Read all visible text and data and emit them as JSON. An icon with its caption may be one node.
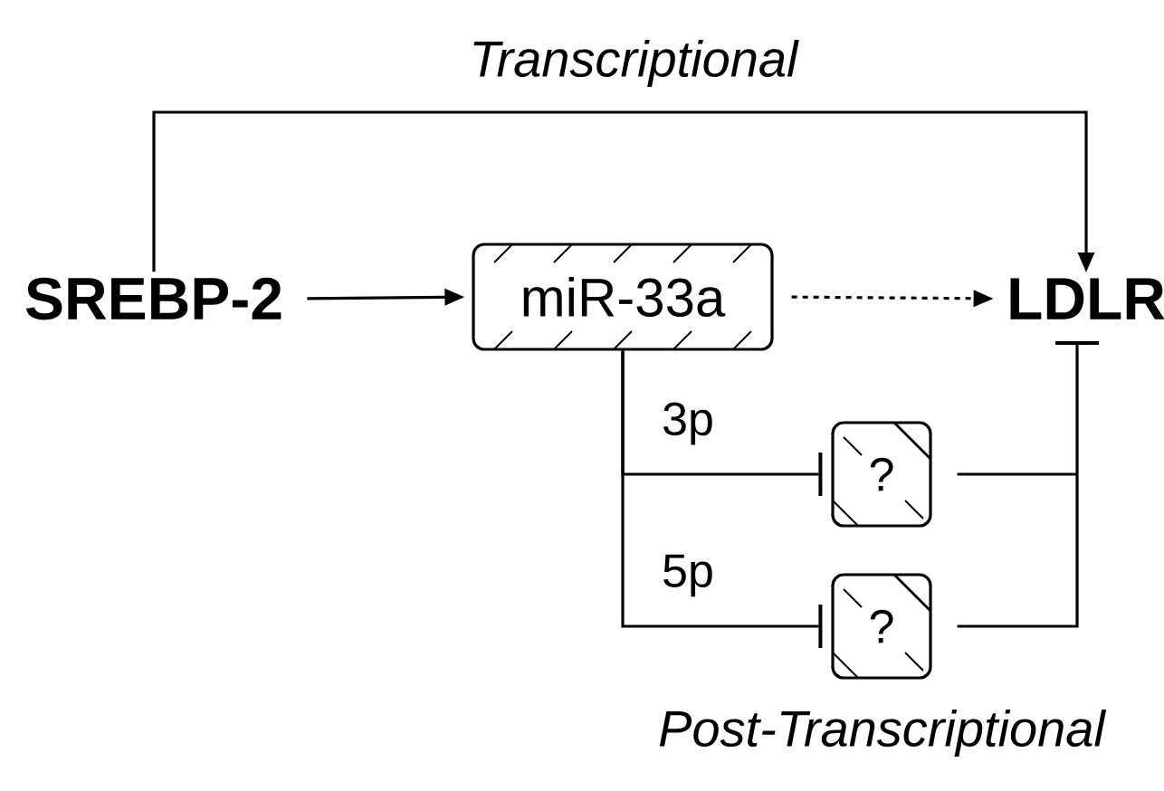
{
  "diagram": {
    "nodes": [
      {
        "text": [
          "SREBP-2"
        ]
      },
      {
        "text": [
          "miR-33a"
        ]
      },
      {
        "text": [
          "LDLR"
        ]
      },
      {
        "text": [
          "?"
        ]
      },
      {
        "text": [
          "?"
        ]
      }
    ],
    "edges": [
      {
        "from": 0,
        "to": 2,
        "arrow": "to",
        "label": "Transcriptional"
      },
      {
        "from": 0,
        "to": 1,
        "arrow": "to"
      },
      {
        "from": 1,
        "to": 2,
        "arrow": "to",
        "style": "dashed"
      },
      {
        "from": 1,
        "to": 3,
        "arrow": "other",
        "label": "3p"
      },
      {
        "from": 1,
        "to": 4,
        "arrow": "other",
        "label": "5p"
      },
      {
        "from": 3,
        "to": 2,
        "arrow": "other"
      },
      {
        "from": 4,
        "to": 2,
        "arrow": "other"
      }
    ],
    "labels": [
      "Post-Transcriptional"
    ]
  }
}
